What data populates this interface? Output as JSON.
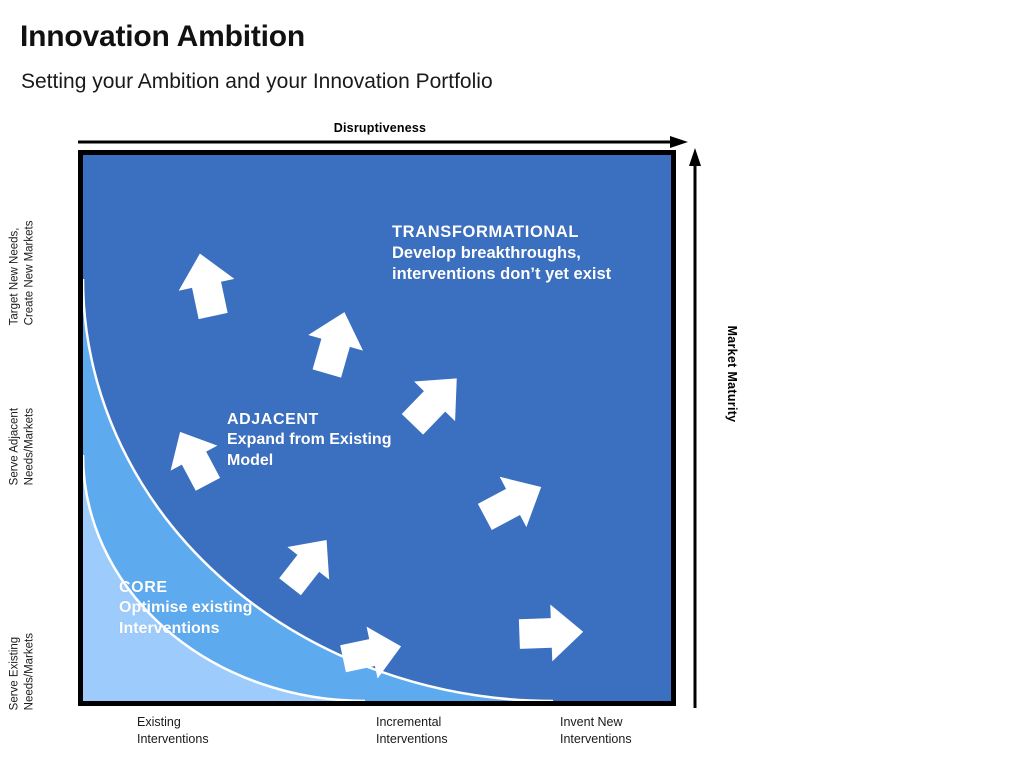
{
  "header": {
    "title": "Innovation Ambition",
    "subtitle": "Setting your Ambition and your Innovation Portfolio"
  },
  "axes": {
    "top_label": "Disruptiveness",
    "right_label": "Market Maturity",
    "y_labels": [
      "Target New Needs,\nCreate New Markets",
      "Serve Adjacent\nNeeds/Markets",
      "Serve Existing\nNeeds/Markets"
    ],
    "y_label_top_line1": "Target New Needs,",
    "y_label_top_line2": "Create New Markets",
    "y_label_mid_line1": "Serve Adjacent",
    "y_label_mid_line2": "Needs/Markets",
    "y_label_bot_line1": "Serve Existing",
    "y_label_bot_line2": "Needs/Markets",
    "x_labels": [
      "Existing\nInterventions",
      "Incremental\nInterventions",
      "Invent New\nInterventions"
    ],
    "x_label_1_line1": "Existing",
    "x_label_1_line2": "Interventions",
    "x_label_2_line1": "Incremental",
    "x_label_2_line2": "Interventions",
    "x_label_3_line1": "Invent New",
    "x_label_3_line2": "Interventions"
  },
  "zones": {
    "transformational": {
      "title": "TRANSFORMATIONAL",
      "line1": "Develop breakthroughs,",
      "line2": "interventions don’t yet exist",
      "color": "#3b6fc0"
    },
    "adjacent": {
      "title": "ADJACENT",
      "line1": "Expand from Existing",
      "line2": "Model",
      "color": "#5dabee"
    },
    "core": {
      "title": "CORE",
      "line1": "Optimise existing",
      "line2": "Interventions",
      "color": "#9ccbfc"
    }
  },
  "colors": {
    "frame_border": "#000000",
    "arc_stroke": "#ffffff",
    "arrow_fill": "#ffffff",
    "background": "#ffffff",
    "text_dark": "#1a1a1a"
  },
  "chart_data": {
    "type": "diagram",
    "title": "Innovation Ambition",
    "subtitle": "Setting your Ambition and your Innovation Portfolio",
    "xlabel": "Disruptiveness",
    "ylabel": "Market Maturity",
    "xtick_labels": [
      "Existing Interventions",
      "Incremental Interventions",
      "Invent New Interventions"
    ],
    "ytick_labels": [
      "Serve Existing Needs/Markets",
      "Serve Adjacent Needs/Markets",
      "Target New Needs, Create New Markets"
    ],
    "grid": false,
    "legend": "none",
    "bands": [
      {
        "name": "CORE",
        "description": "Optimise existing Interventions",
        "color": "#9ccbfc",
        "order": 1
      },
      {
        "name": "ADJACENT",
        "description": "Expand from Existing Model",
        "color": "#5dabee",
        "order": 2
      },
      {
        "name": "TRANSFORMATIONAL",
        "description": "Develop breakthroughs, interventions don’t yet exist",
        "color": "#3b6fc0",
        "order": 3
      }
    ],
    "arrow_count": 8,
    "arrow_direction": "outward from core toward transformational"
  }
}
